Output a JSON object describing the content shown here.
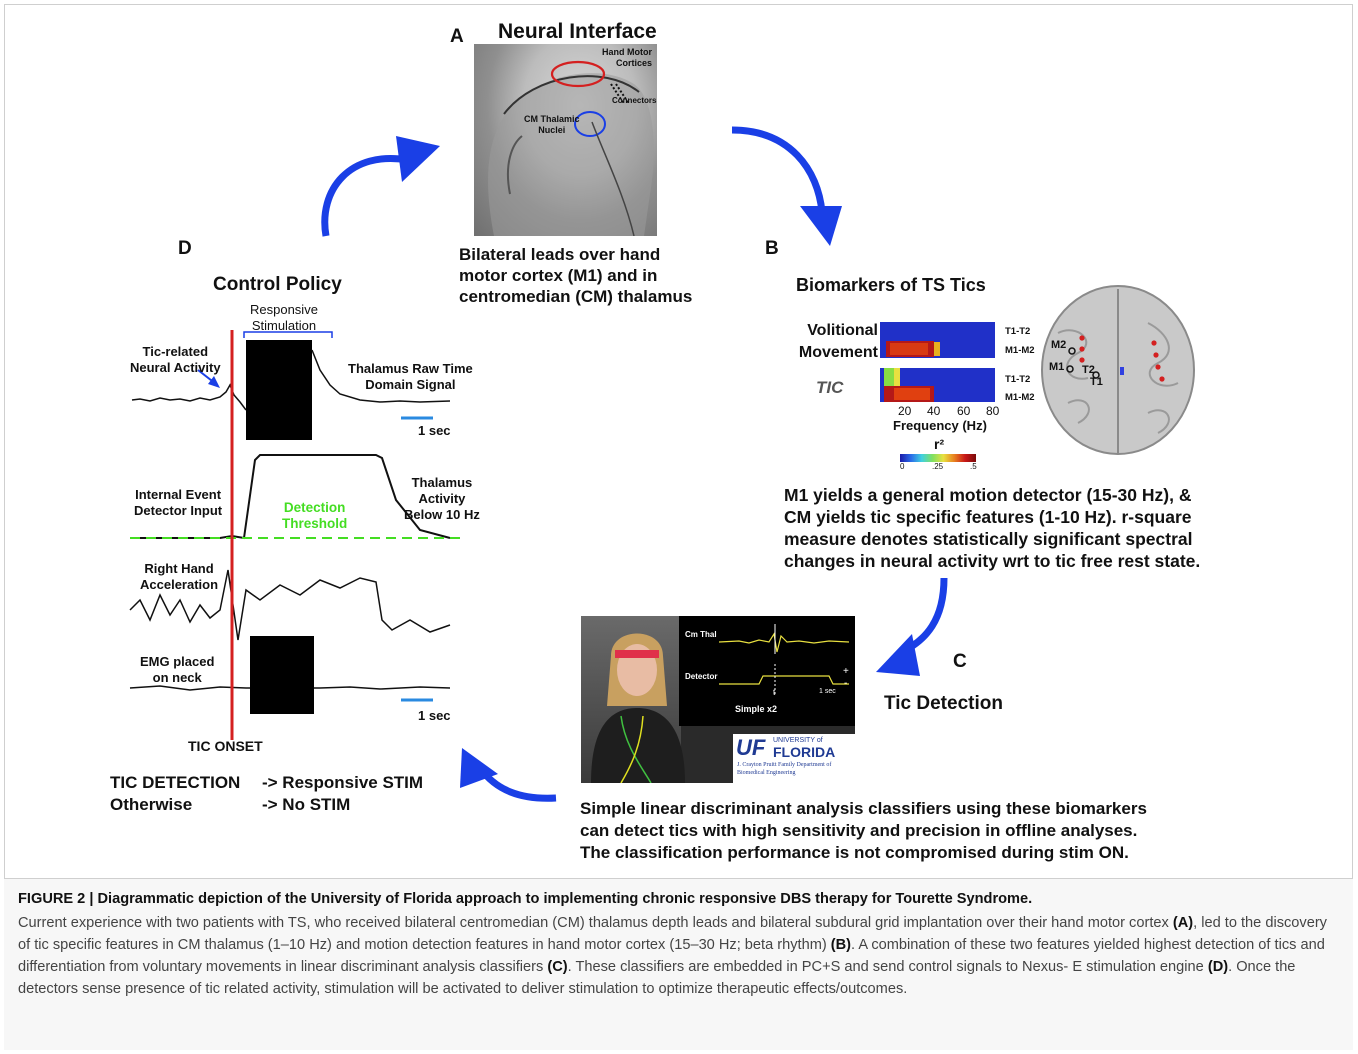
{
  "figure": {
    "panel_a": {
      "letter": "A",
      "title": "Neural Interface",
      "xray_labels": {
        "hand_motor": [
          "Hand Motor",
          "Cortices"
        ],
        "connectors": "Connectors",
        "cm_thalamic": [
          "CM Thalamic",
          "Nuclei"
        ]
      },
      "description": [
        "Bilateral leads over hand",
        "motor cortex (M1) and in",
        "centromedian (CM) thalamus"
      ]
    },
    "panel_b": {
      "letter": "B",
      "title": "Biomarkers of TS Tics",
      "row_labels": [
        "Volitional",
        "Movement",
        "TIC"
      ],
      "channel_labels": [
        "T1-T2",
        "M1-M2",
        "T1-T2",
        "M1-M2"
      ],
      "x_ticks": [
        "20",
        "40",
        "60",
        "80"
      ],
      "x_label": "Frequency (Hz)",
      "colorbar_label": "r²",
      "colorbar_ticks": [
        "0",
        ".25",
        ".5"
      ],
      "brain_labels": [
        "M2",
        "M1",
        "T2",
        "T1"
      ],
      "description": [
        "M1 yields a general motion detector (15-30 Hz), &",
        "CM yields tic specific features (1-10 Hz). r-square",
        "measure denotes statistically significant spectral",
        "changes in neural activity wrt to tic free rest state."
      ]
    },
    "panel_c": {
      "letter": "C",
      "title": "Tic Detection",
      "video_labels": {
        "cm_thal": "Cm Thal",
        "detector": "Detector",
        "plus": "+",
        "minus": "-",
        "t_label": "t",
        "sec": "1 sec",
        "speed": "Simple x2"
      },
      "logo": {
        "uf": "UF",
        "university_of": "UNIVERSITY of",
        "florida": "FLORIDA",
        "dept_line1": "J. Crayton Pruitt Family Department of",
        "dept_line2": "Biomedical Engineering"
      },
      "description": [
        "Simple linear discriminant analysis classifiers using these biomarkers",
        "can detect tics with high sensitivity and precision in offline analyses.",
        "The classification performance is not compromised during stim ON."
      ]
    },
    "panel_d": {
      "letter": "D",
      "title": "Control Policy",
      "responsive_stim": [
        "Responsive",
        "Stimulation"
      ],
      "tic_related": [
        "Tic-related",
        "Neural Activity"
      ],
      "thalamus_raw": [
        "Thalamus Raw Time",
        "Domain Signal"
      ],
      "scale_1sec_top": "1 sec",
      "internal_event": [
        "Internal Event",
        "Detector Input"
      ],
      "detection_threshold": [
        "Detection",
        "Threshold"
      ],
      "thalamus_activity": [
        "Thalamus",
        "Activity",
        "Below 10 Hz"
      ],
      "right_hand": [
        "Right Hand",
        "Acceleration"
      ],
      "emg": [
        "EMG placed",
        "on neck"
      ],
      "scale_1sec_bottom": "1 sec",
      "tic_onset": "TIC ONSET",
      "policy_lines": [
        {
          "left": "TIC DETECTION",
          "right": "-> Responsive STIM"
        },
        {
          "left": "Otherwise",
          "right": "-> No STIM"
        }
      ]
    },
    "colors": {
      "arrow_blue": "#1a3fe6",
      "onset_red": "#d42020",
      "threshold_green": "#44dd22",
      "scale_blue": "#2a8ae0"
    }
  },
  "caption": {
    "title": "FIGURE 2 | Diagrammatic depiction of the University of Florida approach to implementing chronic responsive DBS therapy for Tourette Syndrome.",
    "s1": "Current experience with two patients with TS, who received bilateral centromedian (CM) thalamus depth leads and bilateral subdural grid implantation over their hand motor cortex ",
    "r1": "(A)",
    "s2": ", led to the discovery of tic specific features in CM thalamus (1–10 Hz) and motion detection features in hand motor cortex (15–30 Hz; beta rhythm) ",
    "r2": "(B)",
    "s3": ". A combination of these two features yielded highest detection of tics and differentiation from voluntary movements in linear discriminant analysis classifiers ",
    "r3": "(C)",
    "s4": ". These classifiers are embedded in PC+S and send control signals to Nexus- E stimulation engine ",
    "r4": "(D)",
    "s5": ". Once the detectors sense presence of tic related activity, stimulation will be activated to deliver stimulation to optimize therapeutic effects/outcomes."
  }
}
